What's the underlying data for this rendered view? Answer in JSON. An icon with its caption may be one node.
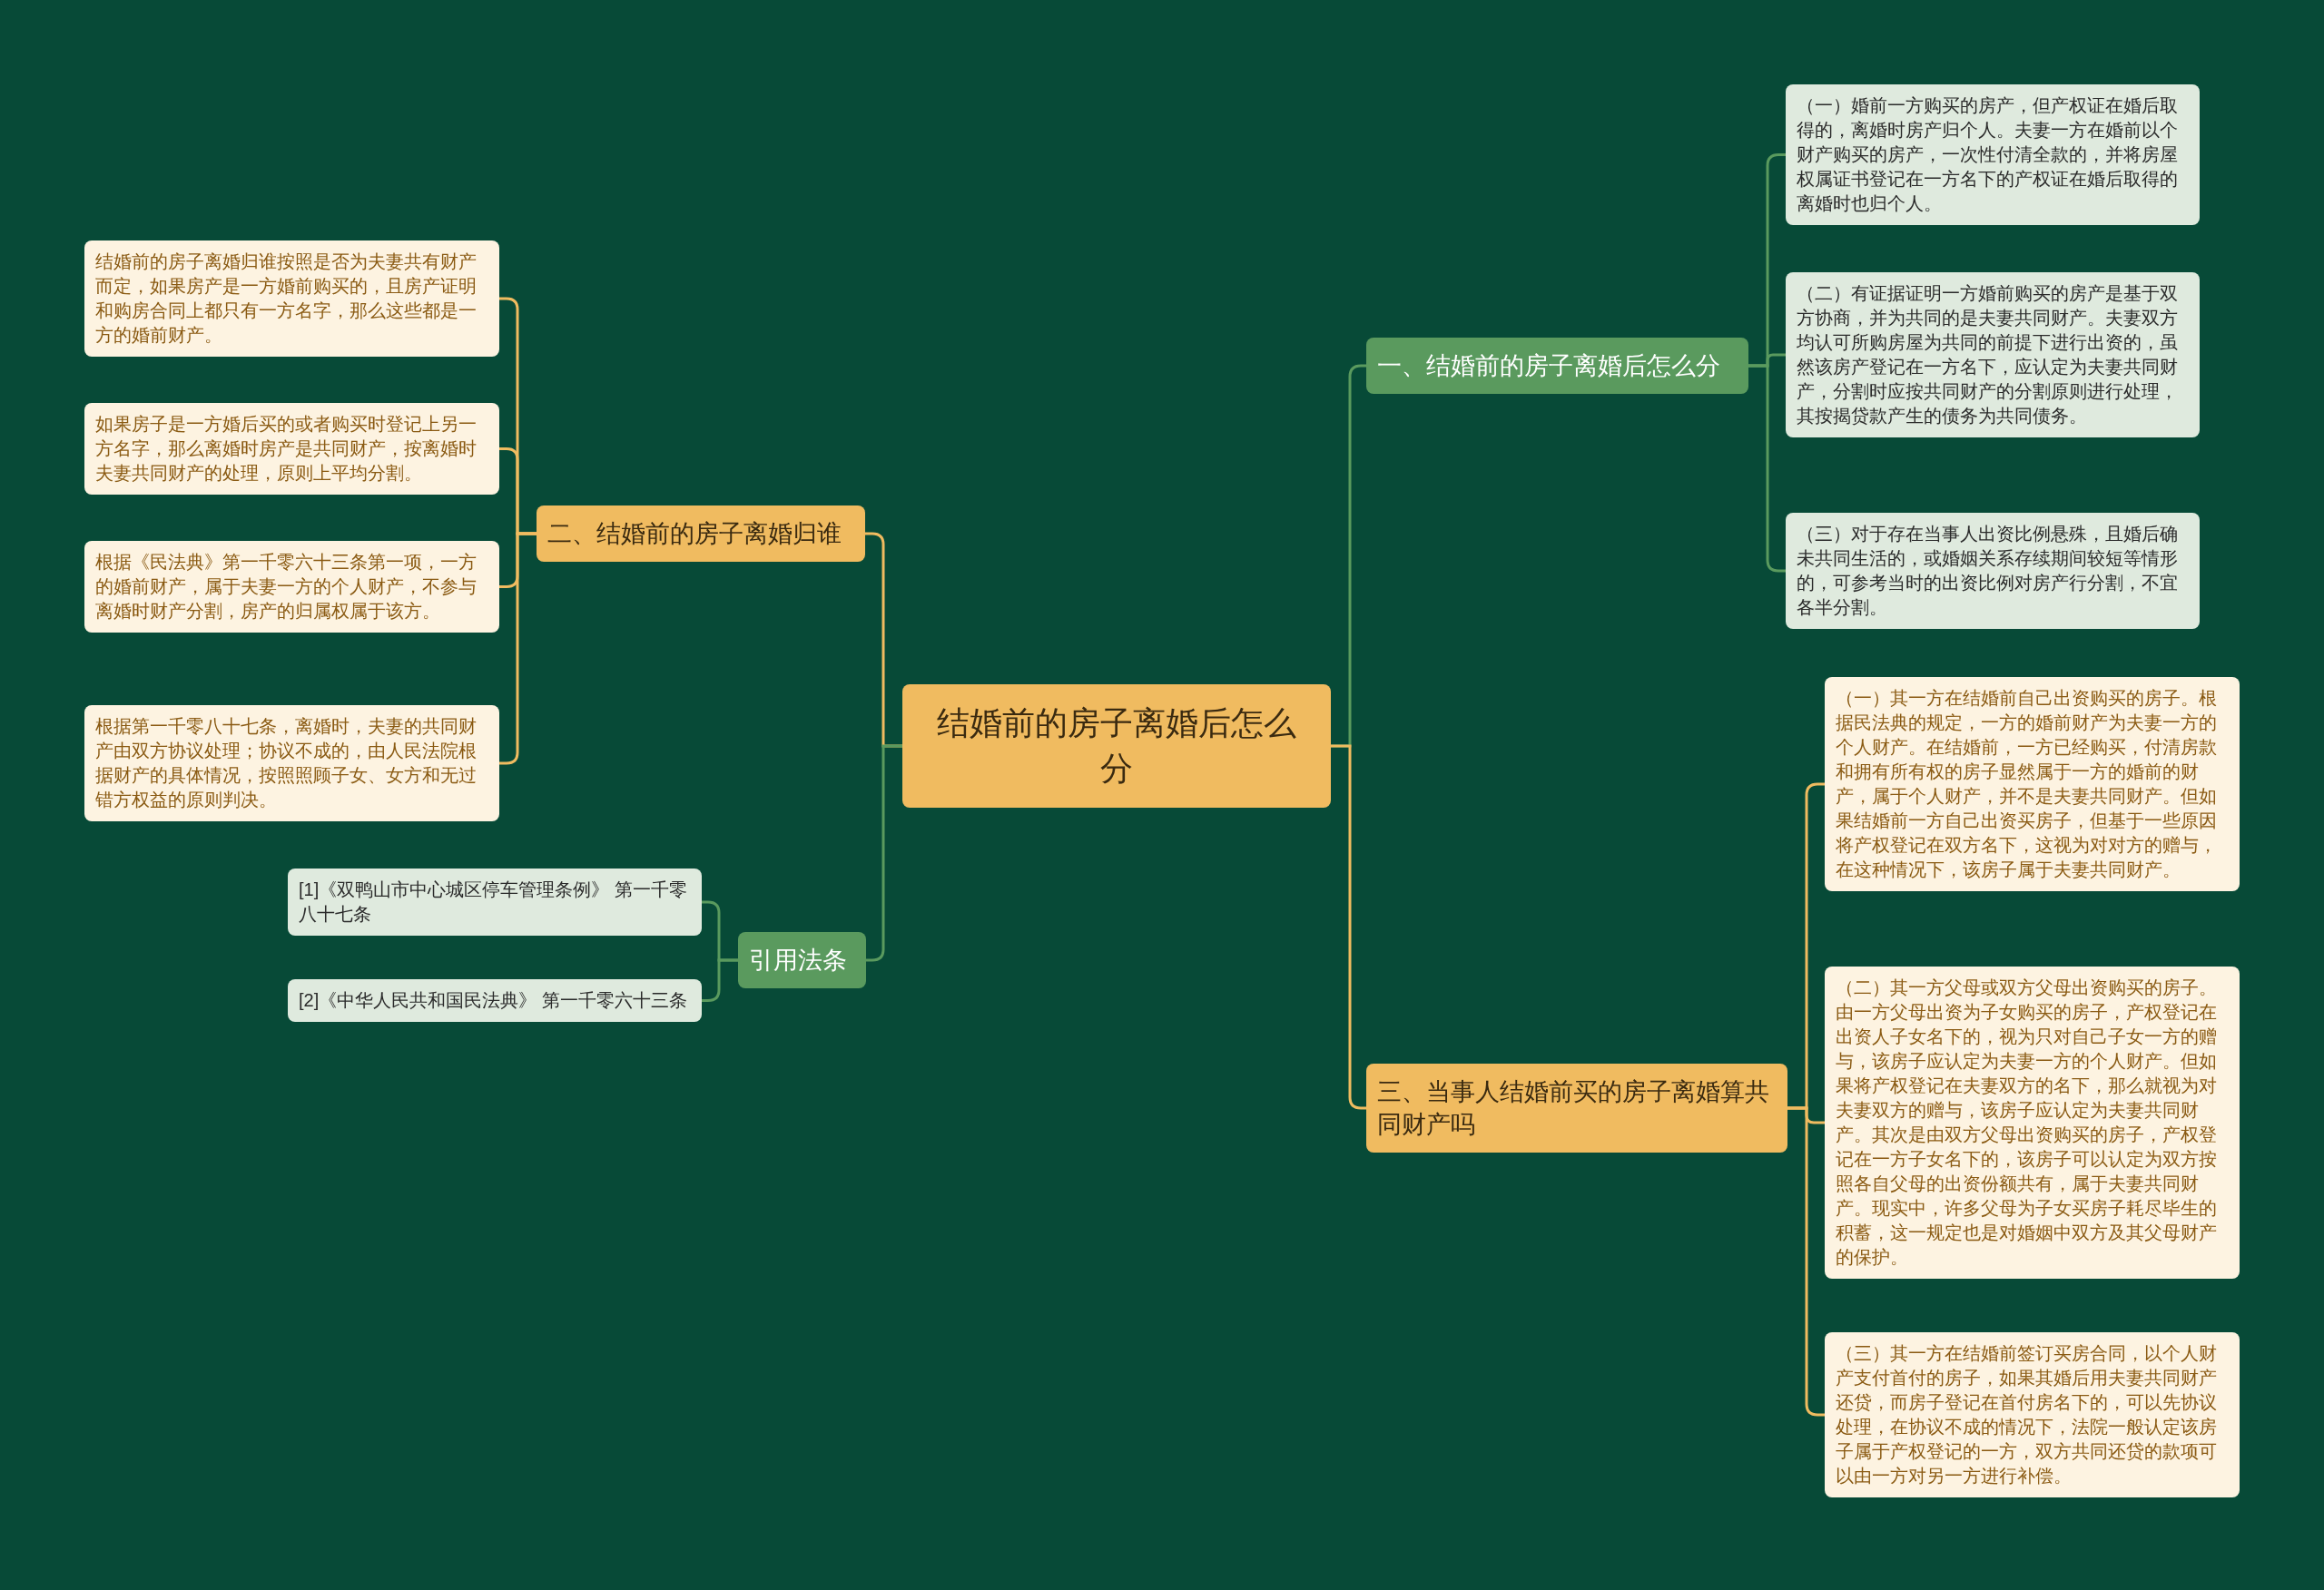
{
  "diagram": {
    "nodes": [
      {
        "text": [
          "结婚前的房子离婚后怎么分"
        ]
      },
      {
        "text": [
          "一、结婚前的房子离婚后怎么分"
        ]
      },
      {
        "text": [
          "（一）婚前一方购买的房产，但产权证在婚后取得的，离婚时房产归个人。夫妻一方在婚前以个财产购买的房产，一次性付清全款的，并将房屋权属证书登记在一方名下的产权证在婚后取得的离婚时也归个人。"
        ]
      },
      {
        "text": [
          "（二）有证据证明一方婚前购买的房产是基于双方协商，并为共同的是夫妻共同财产。夫妻双方均认可所购房屋为共同的前提下进行出资的，虽然该房产登记在一方名下，应认定为夫妻共同财产，分割时应按共同财产的分割原则进行处理，其按揭贷款产生的债务为共同债务。"
        ]
      },
      {
        "text": [
          "（三）对于存在当事人出资比例悬殊，且婚后确未共同生活的，或婚姻关系存续期间较短等情形的，可参考当时的出资比例对房产行分割，不宜各半分割。"
        ]
      },
      {
        "text": [
          "二、结婚前的房子离婚归谁"
        ]
      },
      {
        "text": [
          "结婚前的房子离婚归谁按照是否为夫妻共有财产而定，如果房产是一方婚前购买的，且房产证明和购房合同上都只有一方名字，那么这些都是一方的婚前财产。"
        ]
      },
      {
        "text": [
          "如果房子是一方婚后买的或者购买时登记上另一方名字，那么离婚时房产是共同财产，按离婚时夫妻共同财产的处理，原则上平均分割。"
        ]
      },
      {
        "text": [
          "根据《民法典》第一千零六十三条第一项，一方的婚前财产，属于夫妻一方的个人财产，不参与离婚时财产分割，房产的归属权属于该方。"
        ]
      },
      {
        "text": [
          "根据第一千零八十七条，离婚时，夫妻的共同财产由双方协议处理；协议不成的，由人民法院根据财产的具体情况，按照照顾子女、女方和无过错方权益的原则判决。"
        ]
      },
      {
        "text": [
          "三、当事人结婚前买的房子离婚算共同财产吗"
        ]
      },
      {
        "text": [
          "（一）其一方在结婚前自己出资购买的房子。根据民法典的规定，一方的婚前财产为夫妻一方的个人财产。在结婚前，一方已经购买，付清房款和拥有所有权的房子显然属于一方的婚前的财产，属于个人财产，并不是夫妻共同财产。但如果结婚前一方自己出资买房子，但基于一些原因将产权登记在双方名下，这视为对对方的赠与，在这种情况下，该房子属于夫妻共同财产。"
        ]
      },
      {
        "text": [
          "（二）其一方父母或双方父母出资购买的房子。由一方父母出资为子女购买的房子，产权登记在出资人子女名下的，视为只对自己子女一方的赠与，该房子应认定为夫妻一方的个人财产。但如果将产权登记在夫妻双方的名下，那么就视为对夫妻双方的赠与，该房子应认定为夫妻共同财产。其次是由双方父母出资购买的房子，产权登记在一方子女名下的，该房子可以认定为双方按照各自父母的出资份额共有，属于夫妻共同财产。现实中，许多父母为子女买房子耗尽毕生的积蓄，这一规定也是对婚姻中双方及其父母财产的保护。"
        ]
      },
      {
        "text": [
          "（三）其一方在结婚前签订买房合同，以个人财产支付首付的房子，如果其婚后用夫妻共同财产还贷，而房子登记在首付房名下的，可以先协议处理，在协议不成的情况下，法院一般认定该房子属于产权登记的一方，双方共同还贷的款项可以由一方对另一方进行补偿。"
        ]
      },
      {
        "text": [
          "引用法条"
        ]
      },
      {
        "text": [
          "[1]《双鸭山市中心城区停车管理条例》 第一千零八十七条"
        ]
      },
      {
        "text": [
          "[2]《中华人民共和国民法典》 第一千零六十三条"
        ]
      }
    ],
    "edges": [
      {
        "from": 0,
        "to": 1,
        "arrow": "none",
        "color": "#5a9a5e"
      },
      {
        "from": 0,
        "to": 5,
        "arrow": "none"
      },
      {
        "from": 0,
        "to": 10,
        "arrow": "none"
      },
      {
        "from": 0,
        "to": 14,
        "arrow": "none",
        "color": "#5a9a5e"
      },
      {
        "from": 1,
        "to": 2,
        "arrow": "none",
        "color": "#5a9a5e"
      },
      {
        "from": 1,
        "to": 3,
        "arrow": "none",
        "color": "#5a9a5e"
      },
      {
        "from": 1,
        "to": 4,
        "arrow": "none",
        "color": "#5a9a5e"
      },
      {
        "from": 5,
        "to": 6,
        "arrow": "none"
      },
      {
        "from": 5,
        "to": 7,
        "arrow": "none"
      },
      {
        "from": 5,
        "to": 8,
        "arrow": "none"
      },
      {
        "from": 5,
        "to": 9,
        "arrow": "none"
      },
      {
        "from": 10,
        "to": 11,
        "arrow": "none"
      },
      {
        "from": 10,
        "to": 12,
        "arrow": "none"
      },
      {
        "from": 10,
        "to": 13,
        "arrow": "none"
      },
      {
        "from": 14,
        "to": 15,
        "arrow": "none",
        "color": "#5a9a5e"
      },
      {
        "from": 14,
        "to": 16,
        "arrow": "none",
        "color": "#5a9a5e"
      }
    ]
  }
}
